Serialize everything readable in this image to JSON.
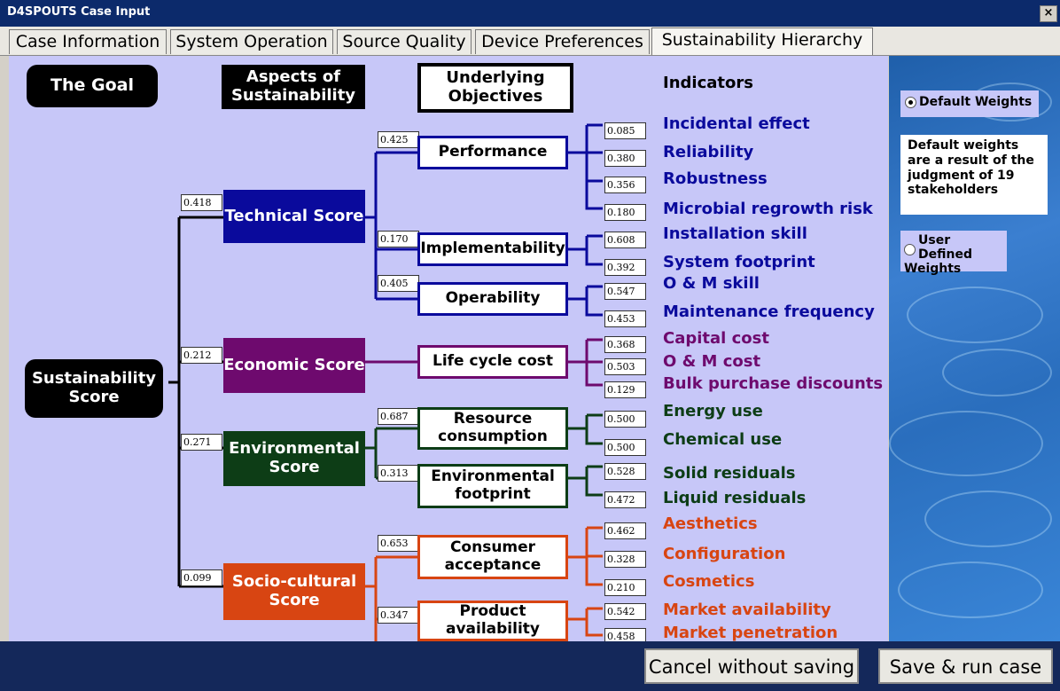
{
  "window": {
    "title": "D4SPOUTS Case Input",
    "close_label": "×"
  },
  "tabs": [
    {
      "label": "Case Information"
    },
    {
      "label": "System Operation"
    },
    {
      "label": "Source Quality"
    },
    {
      "label": "Device Preferences"
    },
    {
      "label": "Sustainability Hierarchy",
      "active": true
    }
  ],
  "headers": {
    "goal": "The Goal",
    "aspects": "Aspects of Sustainability",
    "objectives": "Underlying Objectives",
    "indicators": "Indicators"
  },
  "goal_label": "Sustainability Score",
  "aspects": [
    {
      "label": "Technical Score",
      "weight": "0.418",
      "color": "#0a0a9c"
    },
    {
      "label": "Economic Score",
      "weight": "0.212",
      "color": "#6e0a6e"
    },
    {
      "label": "Environmental Score",
      "weight": "0.271",
      "color": "#0d3d16"
    },
    {
      "label": "Socio-cultural Score",
      "weight": "0.099",
      "color": "#d84512"
    }
  ],
  "objectives": [
    {
      "label": "Performance",
      "weight": "0.425"
    },
    {
      "label": "Implementability",
      "weight": "0.170"
    },
    {
      "label": "Operability",
      "weight": "0.405"
    },
    {
      "label": "Life cycle cost",
      "weight": ""
    },
    {
      "label": "Resource consumption",
      "weight": "0.687"
    },
    {
      "label": "Environmental footprint",
      "weight": "0.313"
    },
    {
      "label": "Consumer acceptance",
      "weight": "0.653"
    },
    {
      "label": "Product availability",
      "weight": "0.347"
    }
  ],
  "indicators": [
    {
      "label": "Incidental effect",
      "weight": "0.085"
    },
    {
      "label": "Reliability",
      "weight": "0.380"
    },
    {
      "label": "Robustness",
      "weight": "0.356"
    },
    {
      "label": "Microbial regrowth risk",
      "weight": "0.180"
    },
    {
      "label": "Installation skill",
      "weight": "0.608"
    },
    {
      "label": "System footprint",
      "weight": "0.392"
    },
    {
      "label": "O & M skill",
      "weight": "0.547"
    },
    {
      "label": "Maintenance frequency",
      "weight": "0.453"
    },
    {
      "label": "Capital cost",
      "weight": "0.368"
    },
    {
      "label": "O & M cost",
      "weight": "0.503"
    },
    {
      "label": "Bulk purchase discounts",
      "weight": "0.129"
    },
    {
      "label": "Energy use",
      "weight": "0.500"
    },
    {
      "label": "Chemical use",
      "weight": "0.500"
    },
    {
      "label": "Solid residuals",
      "weight": "0.528"
    },
    {
      "label": "Liquid residuals",
      "weight": "0.472"
    },
    {
      "label": "Aesthetics",
      "weight": "0.462"
    },
    {
      "label": "Configuration",
      "weight": "0.328"
    },
    {
      "label": "Cosmetics",
      "weight": "0.210"
    },
    {
      "label": "Market availability",
      "weight": "0.542"
    },
    {
      "label": "Market penetration",
      "weight": "0.458"
    }
  ],
  "weights_panel": {
    "default_label": "Default Weights",
    "default_selected": true,
    "description": "Default weights are a result of the judgment of 19 stakeholders",
    "user_label": "User Defined Weights"
  },
  "buttons": {
    "cancel": "Cancel without saving",
    "save": "Save & run case"
  }
}
